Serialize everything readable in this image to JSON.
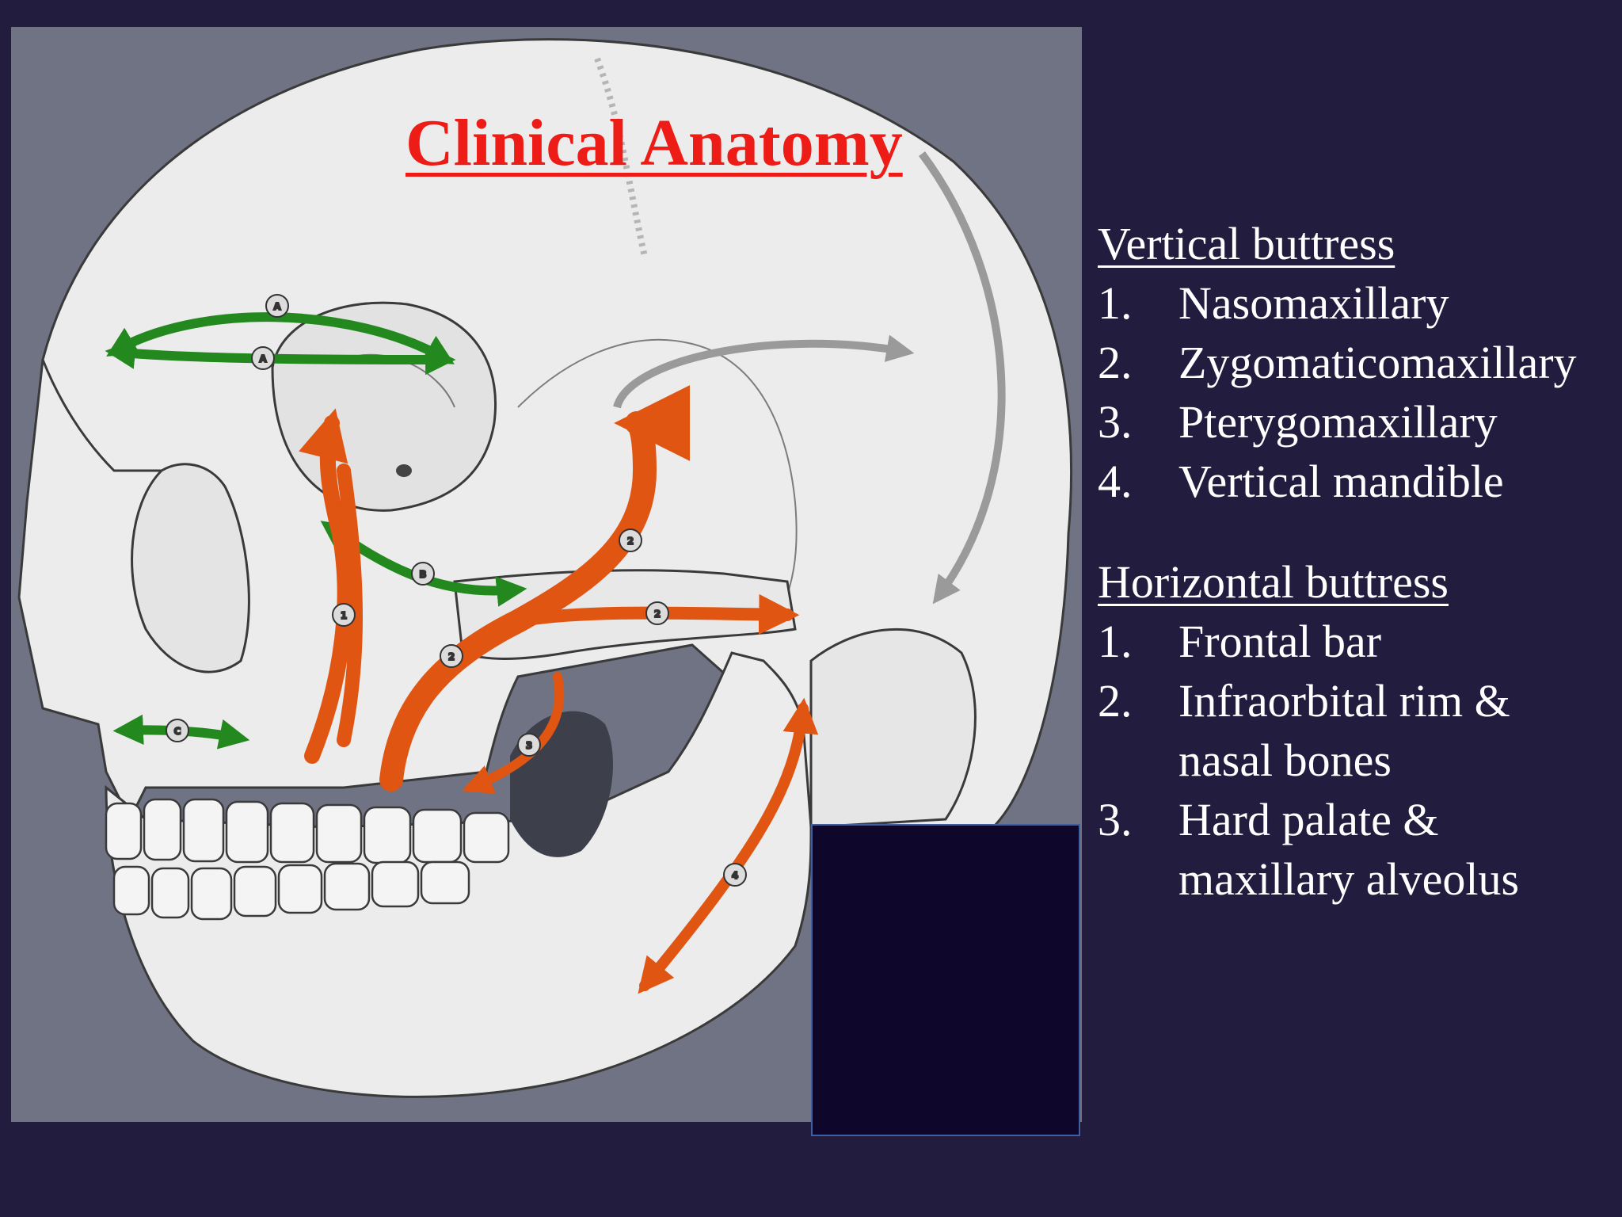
{
  "title": "Clinical Anatomy",
  "vertical": {
    "heading": "Vertical buttress",
    "items": [
      {
        "num": "1.",
        "text": "Nasomaxillary"
      },
      {
        "num": "2.",
        "text": "Zygomaticomaxillary"
      },
      {
        "num": "3.",
        "text": "Pterygomaxillary"
      },
      {
        "num": "4.",
        "text": "Vertical mandible"
      }
    ]
  },
  "horizontal": {
    "heading": "Horizontal buttress",
    "items": [
      {
        "num": "1.",
        "text": "Frontal bar"
      },
      {
        "num": "2.",
        "text": "Infraorbital rim &",
        "cont": "nasal bones"
      },
      {
        "num": "3.",
        "text": "Hard palate &",
        "cont": "maxillary alveolus"
      }
    ]
  },
  "markers": {
    "frontal_upper": "A",
    "frontal_lower": "A",
    "infraorbital": "B",
    "palate": "C",
    "nasomaxillary": "1",
    "zygomatic_upper": "2",
    "zygomatic_arch": "2",
    "zygomatic_lower": "2",
    "pterygo": "3",
    "mandible": "4"
  },
  "colors": {
    "background": "#221d3e",
    "panel": "#6f7383",
    "bone": "#ececec",
    "vertical_arrow": "#e05512",
    "horizontal_arrow": "#23891f",
    "title": "#ee1c16",
    "dark_box": "#0f062b"
  }
}
